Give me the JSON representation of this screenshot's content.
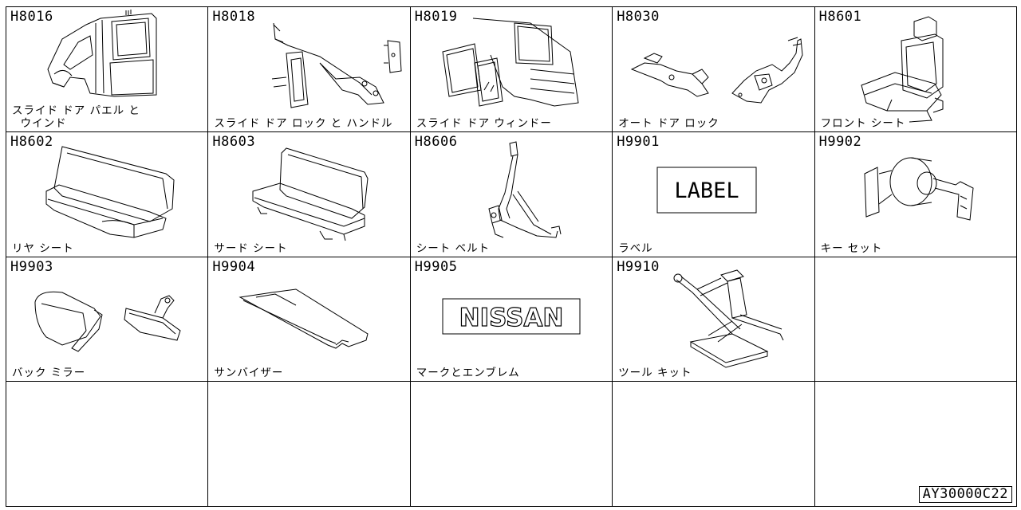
{
  "catalog": {
    "cells": [
      {
        "code": "H8016",
        "name": "スライド ドア パエル と\n  ウインド",
        "icon": "sliding-door-panel"
      },
      {
        "code": "H8018",
        "name": "スライド ドア ロック と ハンドル",
        "icon": "door-lock-handle"
      },
      {
        "code": "H8019",
        "name": "スライド ドア ウィンドー",
        "icon": "door-window"
      },
      {
        "code": "H8030",
        "name": "オート ドア ロック",
        "icon": "auto-door-lock"
      },
      {
        "code": "H8601",
        "name": "フロント シート",
        "icon": "front-seat"
      },
      {
        "code": "H8602",
        "name": "リヤ シート",
        "icon": "rear-seat"
      },
      {
        "code": "H8603",
        "name": "サード シート",
        "icon": "third-seat"
      },
      {
        "code": "H8606",
        "name": "シート ベルト",
        "icon": "seat-belt"
      },
      {
        "code": "H9901",
        "name": "ラベル",
        "icon": "label",
        "art_text": "LABEL"
      },
      {
        "code": "H9902",
        "name": "キー セット",
        "icon": "key-set"
      },
      {
        "code": "H9903",
        "name": "バック ミラー",
        "icon": "mirror"
      },
      {
        "code": "H9904",
        "name": "サンバイザー",
        "icon": "sun-visor"
      },
      {
        "code": "H9905",
        "name": "マークとエンブレム",
        "icon": "emblem",
        "art_text": "NISSAN"
      },
      {
        "code": "H9910",
        "name": "ツール キット",
        "icon": "jack-tool"
      }
    ],
    "reference": "AY30000C22"
  }
}
